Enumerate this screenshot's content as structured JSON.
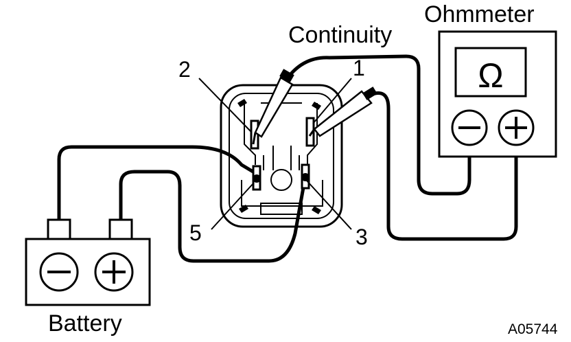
{
  "labels": {
    "ohmmeter": "Ohmmeter",
    "continuity": "Continuity",
    "battery": "Battery",
    "figure_code": "A05744",
    "ohm_symbol": "Ω",
    "terminal_1": "1",
    "terminal_2": "2",
    "terminal_3": "3",
    "terminal_5": "5"
  },
  "icons": {
    "minus": "minus-icon",
    "plus": "plus-icon"
  },
  "colors": {
    "ink": "#000000",
    "paper": "#ffffff"
  }
}
